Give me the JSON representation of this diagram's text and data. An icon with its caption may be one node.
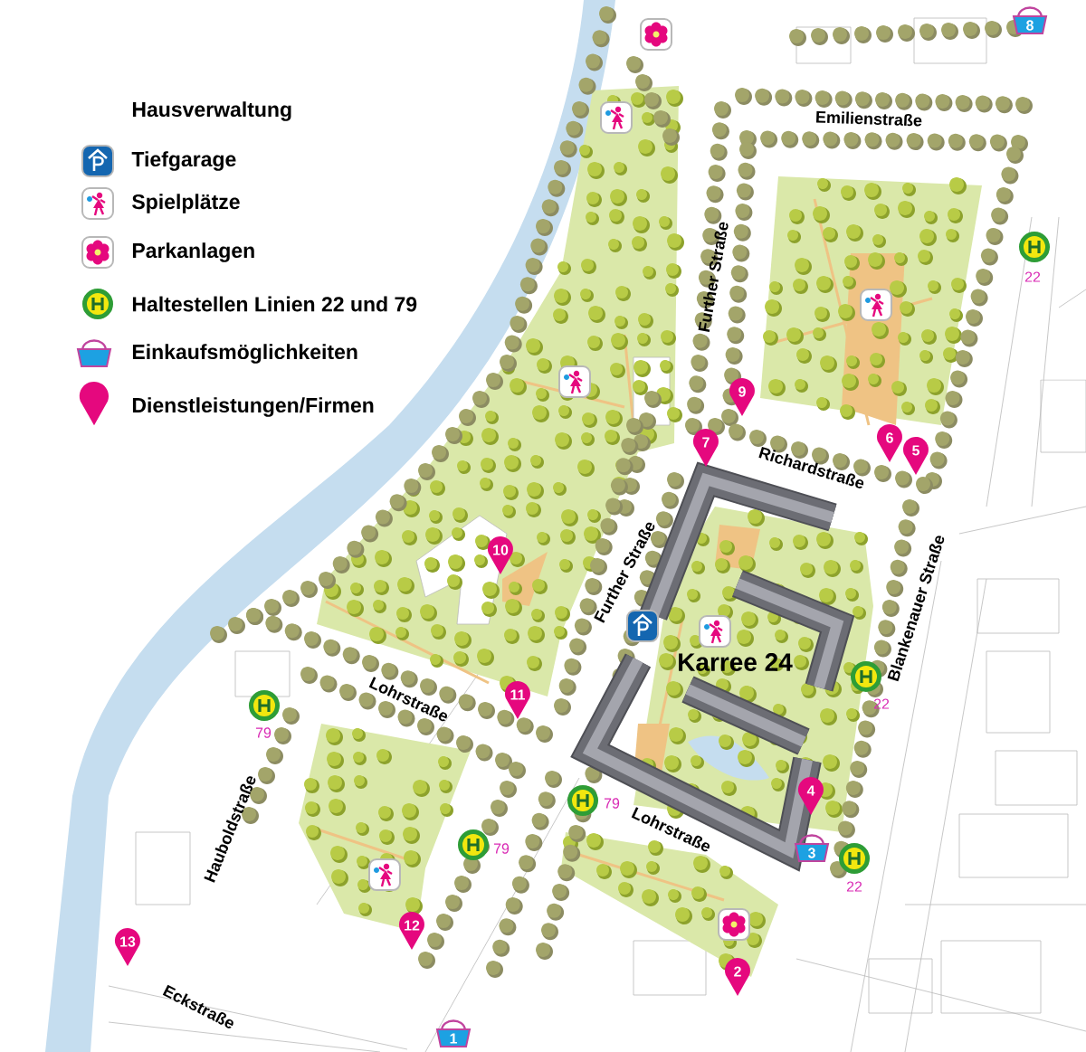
{
  "diagram": {
    "nodes": [
      {
        "text": [
          "8"
        ]
      },
      {
        "text": [],
        "shape": "circle",
        "beside": [
          "22"
        ]
      },
      {
        "text": [
          "9"
        ]
      },
      {
        "text": [
          "6"
        ]
      },
      {
        "text": [
          "7"
        ]
      },
      {
        "text": [
          "5"
        ]
      },
      {
        "text": [
          "10"
        ]
      },
      {
        "text": [],
        "shape": "circle",
        "beside": [
          "22"
        ]
      },
      {
        "text": [
          "11"
        ]
      },
      {
        "text": [],
        "shape": "circle",
        "beside": [
          "79"
        ]
      },
      {
        "text": [
          "4"
        ]
      },
      {
        "text": [],
        "shape": "circle",
        "beside": [
          "79"
        ]
      },
      {
        "text": [],
        "shape": "circle",
        "beside": [
          "79"
        ]
      },
      {
        "text": [
          "3"
        ]
      },
      {
        "text": [],
        "shape": "circle",
        "beside": [
          "22"
        ]
      },
      {
        "text": [
          "12"
        ]
      },
      {
        "text": [
          "13"
        ]
      },
      {
        "text": [
          "2"
        ]
      },
      {
        "text": [
          "1"
        ]
      }
    ],
    "labels": [
      "Emilienstraße",
      "Further Straße",
      "Richardstraße",
      "Further Straße",
      "Blankenauer Straße",
      "Karree 24",
      "Lohrstraße",
      "Lohrstraße",
      "Hauboldstraße",
      "Eckstraße"
    ],
    "legend": [
      {
        "text": "Hausverwaltung"
      },
      {
        "text": "Tiefgarage"
      },
      {
        "text": "Spielplätze"
      },
      {
        "text": "Parkanlagen"
      },
      {
        "text": "Haltestellen Linien 22 und 79"
      },
      {
        "text": "Einkaufsmöglichkeiten"
      },
      {
        "text": "Dienstleistungen/Firmen"
      }
    ]
  }
}
